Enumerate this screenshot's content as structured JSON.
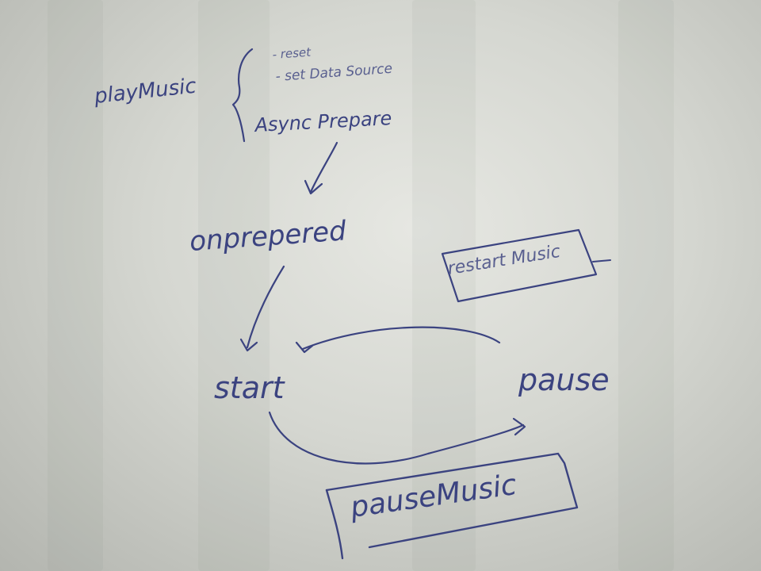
{
  "nodes": {
    "play_music": "playMusic",
    "reset": "- reset",
    "set_data_source": "- set Data Source",
    "async_prepare": "Async Prepare",
    "onprepared": "onprepered",
    "start": "start",
    "pause": "pause",
    "restart_music": "restart Music",
    "pause_music": "pauseMusic"
  },
  "colors": {
    "ink": "#3b4380",
    "paper": "#dcddd8"
  }
}
